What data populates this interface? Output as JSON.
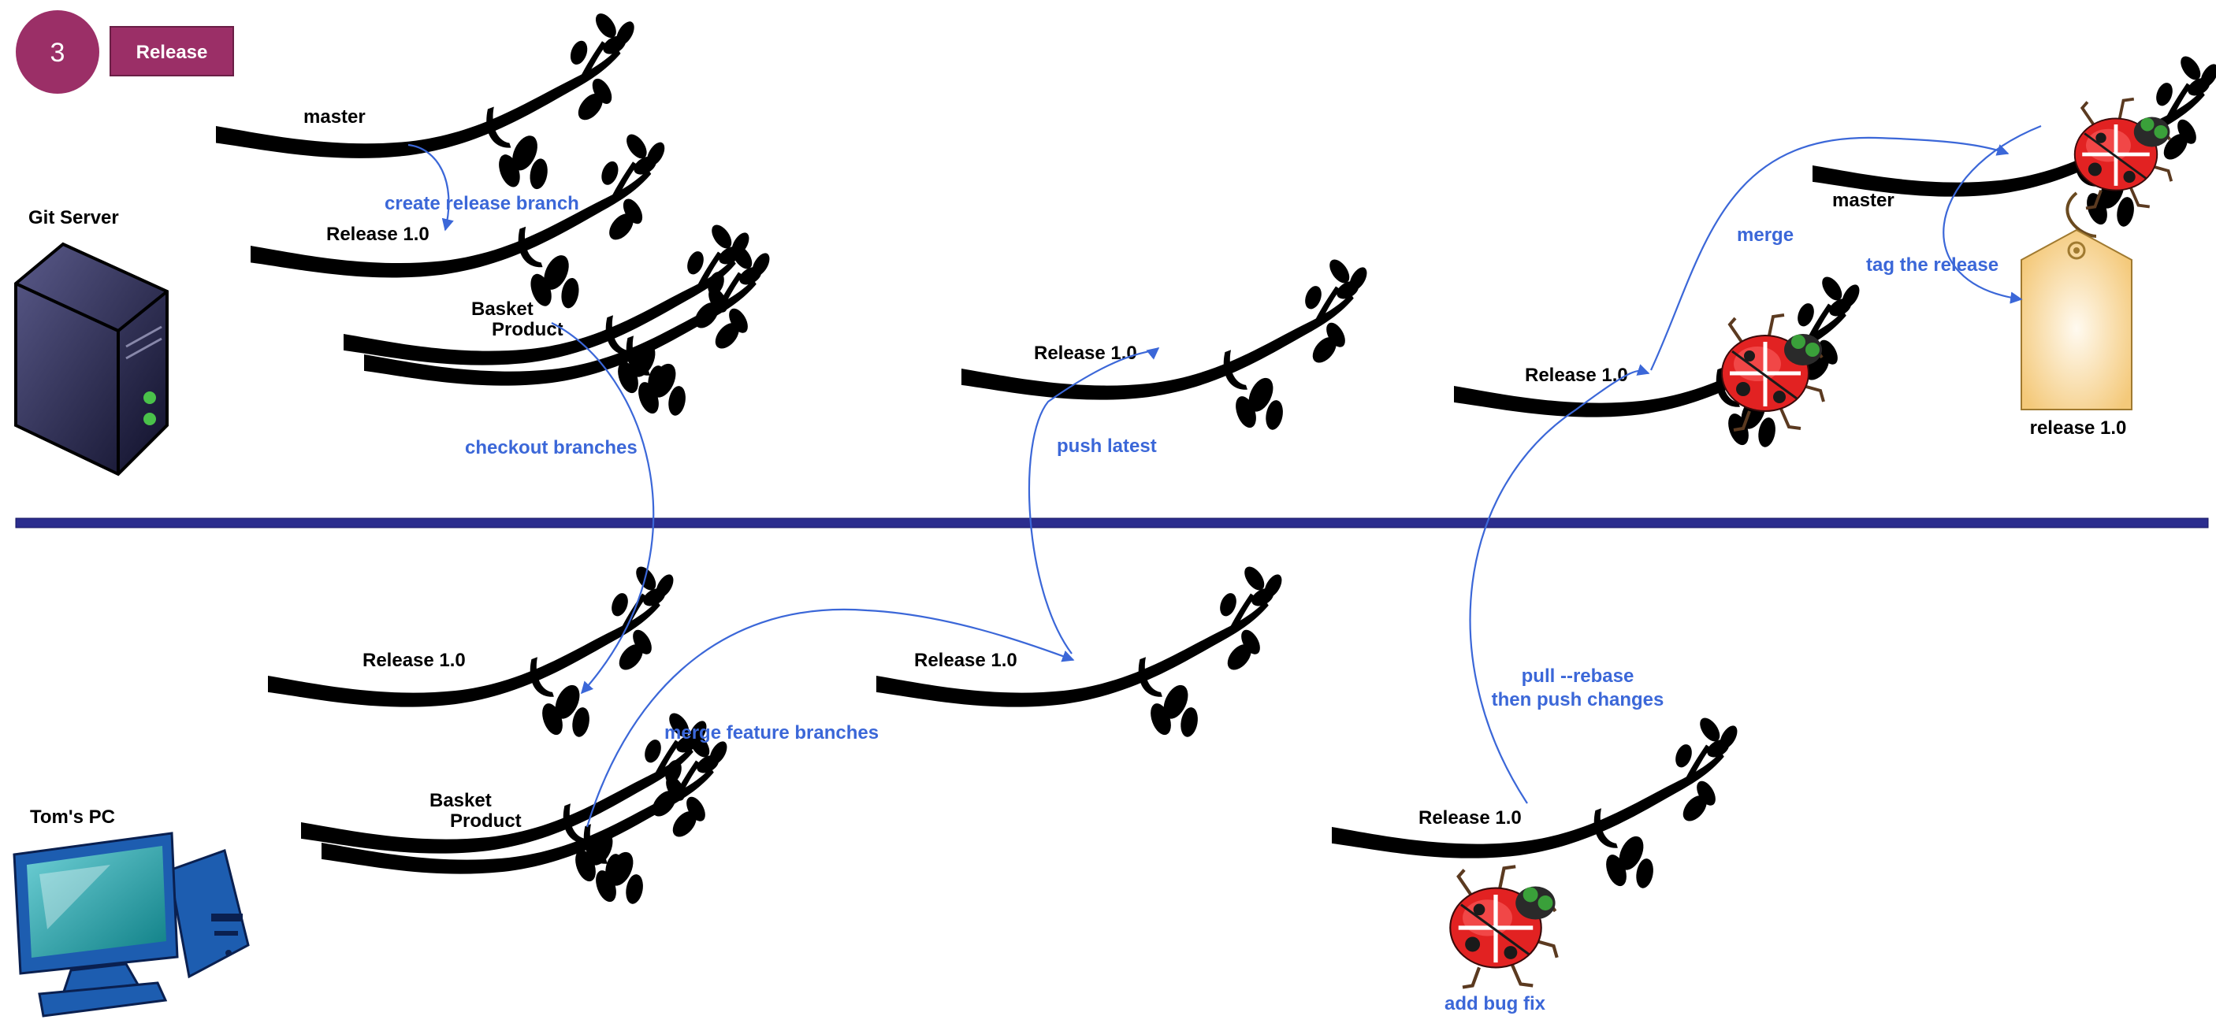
{
  "step": {
    "number": "3",
    "title": "Release"
  },
  "locations": {
    "server": "Git Server",
    "pc": "Tom's PC"
  },
  "branches": {
    "master": "master",
    "release": "Release 1.0",
    "basket": "Basket",
    "product": "Product"
  },
  "actions": {
    "create_release_branch": "create release branch",
    "checkout_branches": "checkout branches",
    "merge_feature_branches": "merge feature branches",
    "push_latest": "push latest",
    "pull_rebase_line1": "pull --rebase",
    "pull_rebase_line2": "then push changes",
    "add_bug_fix": "add bug fix",
    "merge": "merge",
    "tag_the_release": "tag the release"
  },
  "tag": {
    "label": "release 1.0"
  },
  "colors": {
    "accent": "#9b2f67",
    "divider": "#2b2d8e",
    "arrow": "#3b67d8",
    "branch": "#000000",
    "ladybug": "#e02020",
    "tag": "#f7d58e"
  }
}
